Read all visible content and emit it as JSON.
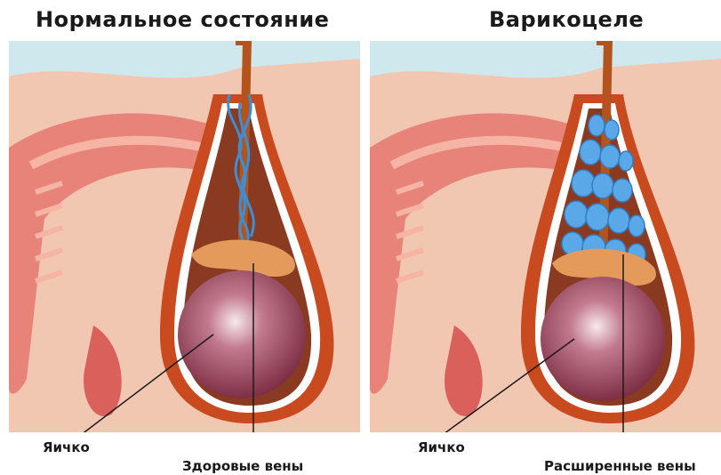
{
  "left_panel": {
    "title": "Нормальное состояние",
    "label_testicle": "Яичко",
    "label_veins": "Здоровые вены"
  },
  "right_panel": {
    "title": "Варикоцеле",
    "label_testicle": "Яичко",
    "label_veins": "Расширенные вены"
  },
  "colors": {
    "background": "#cfe8ee",
    "skin": "#f2b8a0",
    "muscle": "#e8837a",
    "scrotum_wall": "#c94a1e",
    "sac": "#8a3a20",
    "testicle": "#9e4a5e",
    "vein": "#3a8fd6",
    "dilated_vein": "#5aa8e8",
    "cord": "#b3541e"
  },
  "icons": [
    "normal-anatomy-illustration",
    "varicocele-anatomy-illustration"
  ]
}
